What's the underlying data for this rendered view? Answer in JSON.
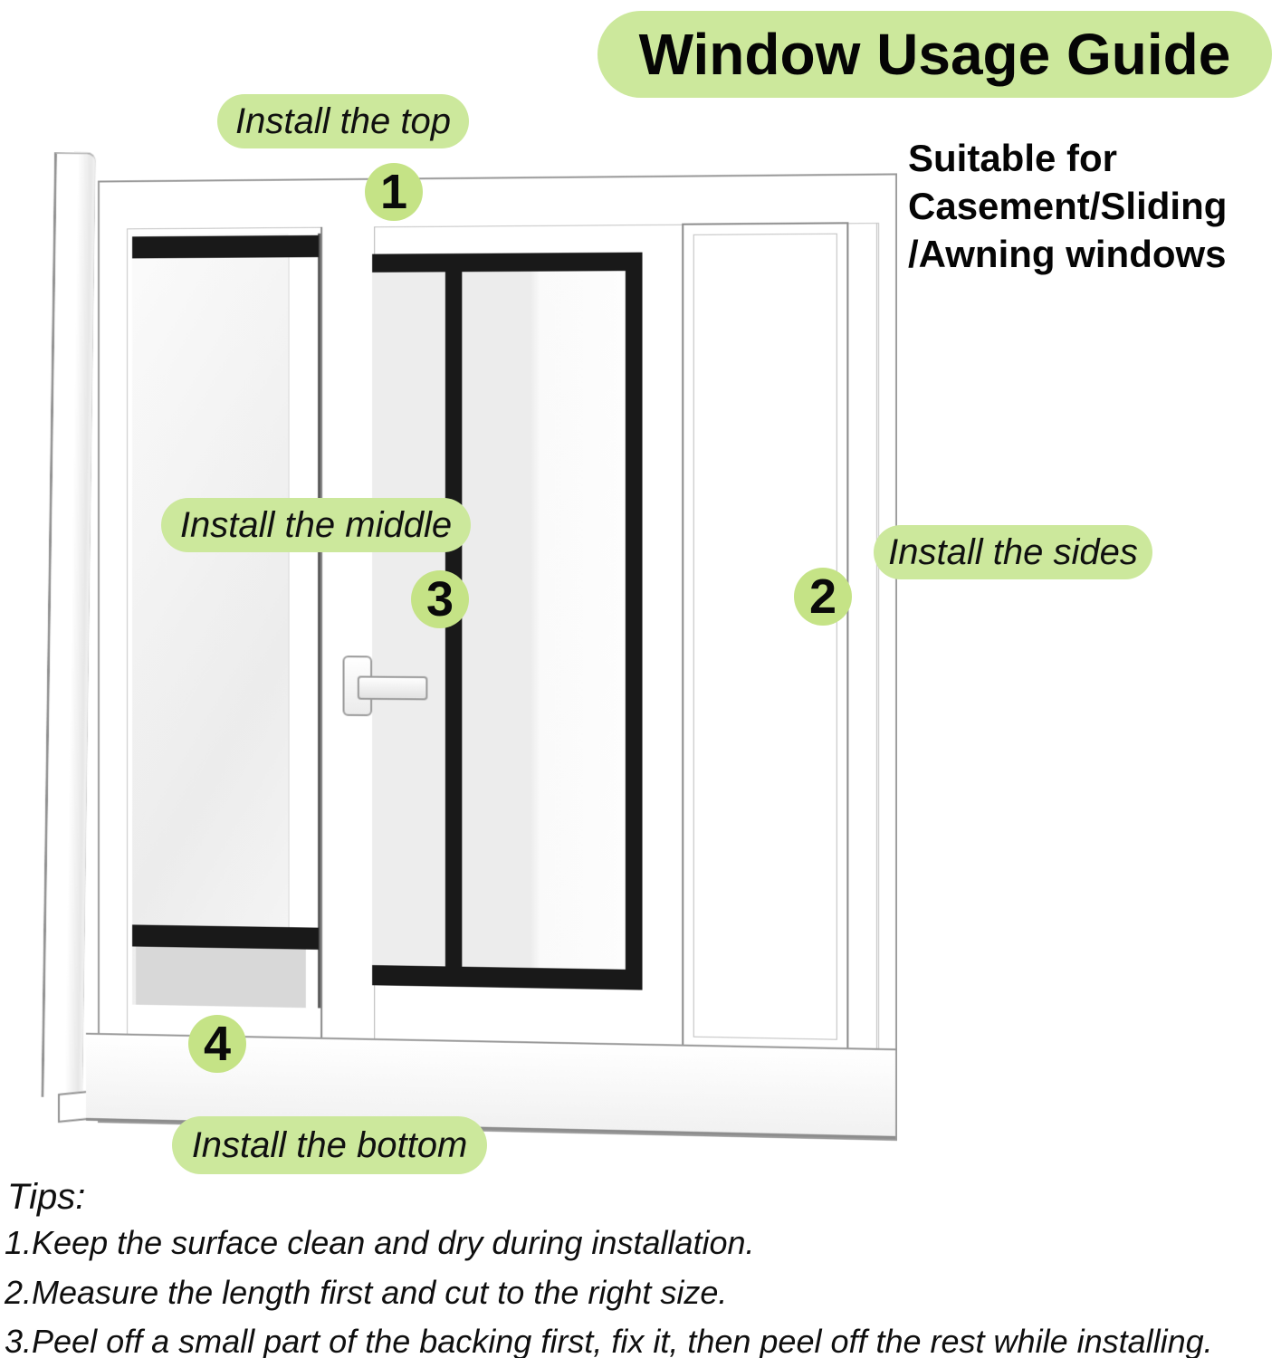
{
  "title": "Window Usage Guide",
  "suitability": "Suitable for\nCasement/Sliding\n/Awning windows",
  "steps": {
    "top": {
      "number": "1",
      "label": "Install the top"
    },
    "sides": {
      "number": "2",
      "label": "Install the sides"
    },
    "middle": {
      "number": "3",
      "label": "Install the middle"
    },
    "bottom": {
      "number": "4",
      "label": "Install the bottom"
    }
  },
  "tips": {
    "heading": "Tips:",
    "items": [
      "1.Keep the surface clean and dry during installation.",
      "2.Measure the length first and cut to the right size.",
      "3.Peel off a small part of the backing first, fix it, then peel off the rest while installing."
    ]
  },
  "colors": {
    "label_pill_green": "#cce89c",
    "badge_green": "#c5e386",
    "seal_black": "#191919",
    "frame_outline_gray": "#9a9a9a"
  }
}
